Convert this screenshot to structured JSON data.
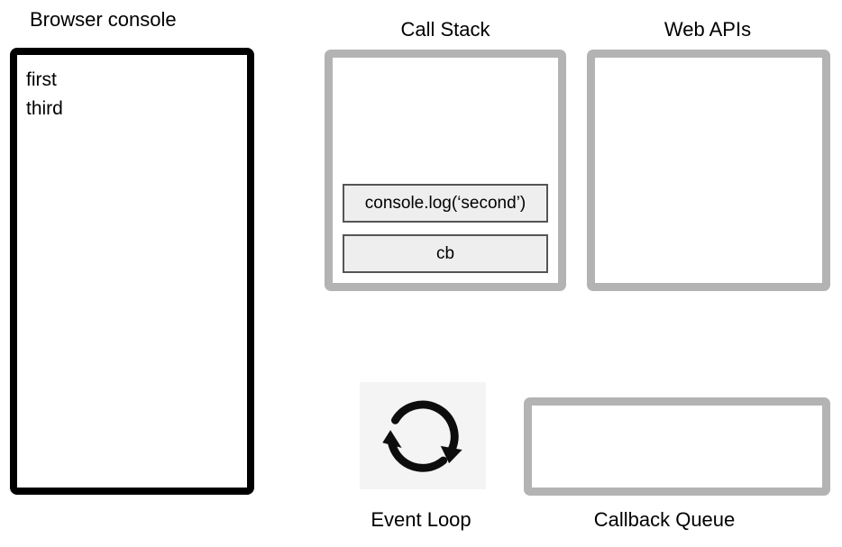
{
  "diagram": {
    "browser_console": {
      "title": "Browser console",
      "log_lines": [
        "first",
        "third"
      ]
    },
    "call_stack": {
      "title": "Call Stack",
      "frames": [
        "console.log(‘second’)",
        "cb"
      ]
    },
    "web_apis": {
      "title": "Web APIs"
    },
    "event_loop": {
      "title": "Event Loop",
      "icon": "circular-arrows-icon"
    },
    "callback_queue": {
      "title": "Callback Queue"
    }
  },
  "colors": {
    "panel_border_gray": "#b3b3b3",
    "console_border_black": "#000000",
    "frame_fill": "#eeeeee",
    "frame_border": "#555555",
    "icon_background": "#f4f4f4",
    "icon_stroke": "#0d0d0d",
    "text": "#000000"
  }
}
